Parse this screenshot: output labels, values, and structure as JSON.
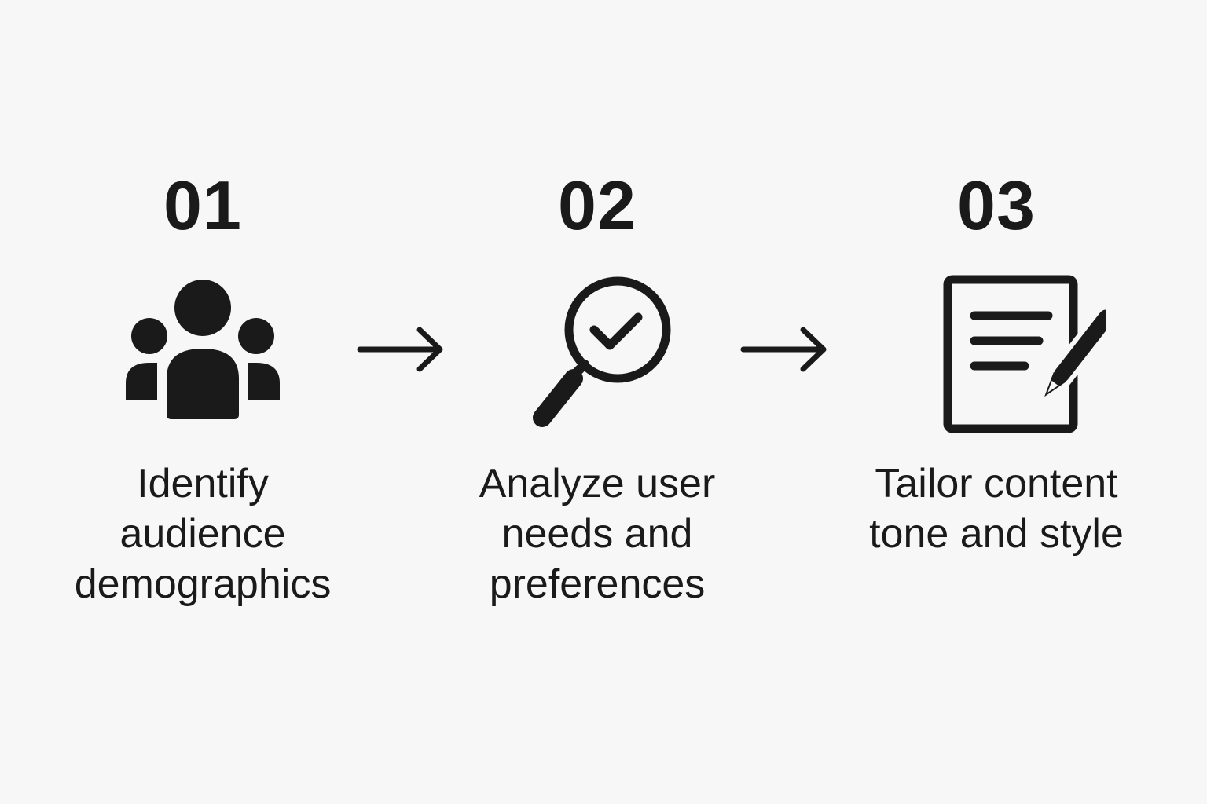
{
  "steps": [
    {
      "number": "01",
      "label": "Identify\naudience\ndemographics",
      "icon": "users-group-icon"
    },
    {
      "number": "02",
      "label": "Analyze user\nneeds and\npreferences",
      "icon": "magnifier-check-icon"
    },
    {
      "number": "03",
      "label": "Tailor content\ntone and style",
      "icon": "document-pen-icon"
    }
  ],
  "arrows": [
    {
      "icon": "arrow-right-icon"
    },
    {
      "icon": "arrow-right-icon"
    }
  ],
  "colors": {
    "background": "#f7f7f7",
    "foreground": "#1a1a1a"
  }
}
